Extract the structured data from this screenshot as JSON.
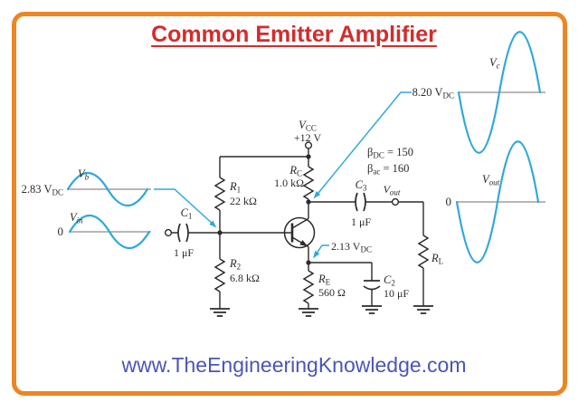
{
  "title": "Common Emitter Amplifier",
  "website": "www.TheEngineeringKnowledge.com",
  "colors": {
    "border": "#EC8623",
    "title": "#D42C2C",
    "website": "#4A55B8",
    "signal": "#2FA9D8",
    "dc_label": "#A23B2B",
    "circuit": "#2B2B2B",
    "axis": "#8C8C8C"
  },
  "labels": {
    "vcc": {
      "sym": "V",
      "sub": "CC"
    },
    "vcc_value": "+12 V",
    "r1": {
      "sym": "R",
      "sub": "1",
      "value": "22 kΩ"
    },
    "r2": {
      "sym": "R",
      "sub": "2",
      "value": "6.8 kΩ"
    },
    "rc": {
      "sym": "R",
      "sub": "C",
      "value": "1.0 kΩ"
    },
    "re": {
      "sym": "R",
      "sub": "E",
      "value": "560 Ω"
    },
    "rl": {
      "sym": "R",
      "sub": "L"
    },
    "c1": {
      "sym": "C",
      "sub": "1",
      "value": "1 μF"
    },
    "c2": {
      "sym": "C",
      "sub": "2",
      "value": "10 μF"
    },
    "c3": {
      "sym": "C",
      "sub": "3",
      "value": "1 μF"
    },
    "beta_dc": {
      "sym": "β",
      "sub": "DC",
      "eq": " = 150"
    },
    "beta_ac": {
      "sym": "β",
      "sub": "ac",
      "eq": " = 160"
    },
    "v_b": {
      "sym": "V",
      "sub": "b"
    },
    "v_in": {
      "sym": "V",
      "sub": "in"
    },
    "v_c": {
      "sym": "V",
      "sub": "c"
    },
    "v_out": {
      "sym": "V",
      "sub": "out"
    },
    "dc_283": {
      "val": "2.83 V",
      "sub": "DC"
    },
    "dc_820": {
      "val": "8.20 V",
      "sub": "DC"
    },
    "dc_213": {
      "val": "2.13 V",
      "sub": "DC"
    },
    "zero_in": "0",
    "zero_out": "0"
  }
}
